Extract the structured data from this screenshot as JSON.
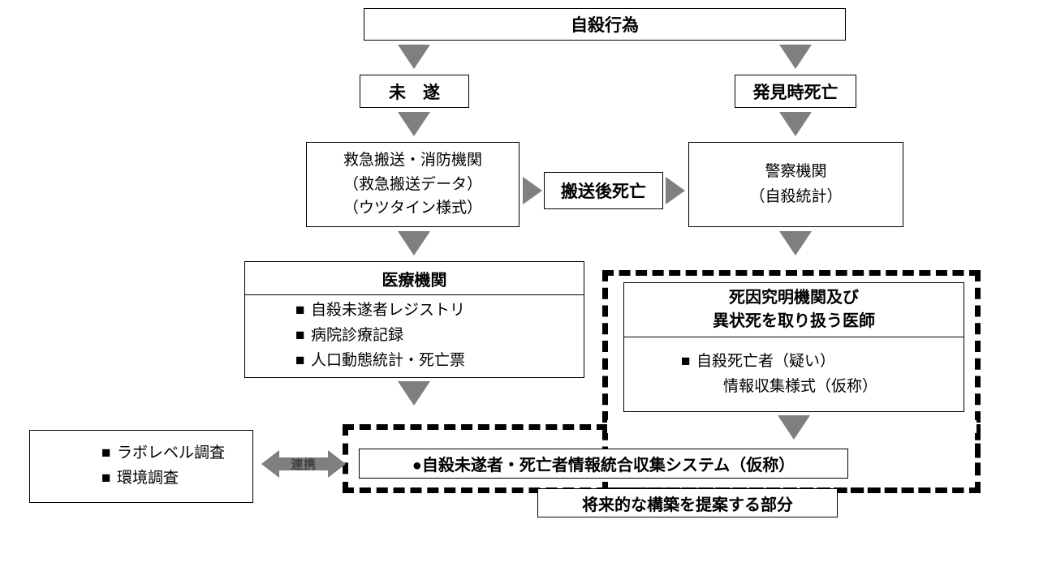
{
  "diagram": {
    "title_node": {
      "label": "自殺行為"
    },
    "branch_attempt": {
      "label": "未　遂"
    },
    "branch_found_dead": {
      "label": "発見時死亡"
    },
    "ems_node": {
      "line1": "救急搬送・消防機関",
      "line2": "（救急搬送データ）",
      "line3": "（ウツタイン様式）"
    },
    "post_transport_death": {
      "label": "搬送後死亡"
    },
    "police_node": {
      "line1": "警察機関",
      "line2": "（自殺統計）"
    },
    "medical_node": {
      "title": "医療機関",
      "bullets": [
        "自殺未遂者レジストリ",
        "病院診療記録",
        "人口動態統計・死亡票"
      ]
    },
    "death_cause_node": {
      "title_line1": "死因究明機関及び",
      "title_line2": "異状死を取り扱う医師",
      "bullet_line1": "自殺死亡者（疑い）",
      "bullet_line2": "情報収集様式（仮称）"
    },
    "survey_node": {
      "bullets": [
        "ラボレベル調査",
        "環境調査"
      ]
    },
    "coordination_arrow": {
      "label": "連携"
    },
    "system_node": {
      "label": "●自殺未遂者・死亡者情報統合収集システム（仮称）"
    },
    "proposal_caption": {
      "label": "将来的な構築を提案する部分"
    },
    "bullet_mark": "■",
    "colors": {
      "arrow_gray": "#7f7f7f",
      "border_black": "#000000",
      "background": "#ffffff",
      "coordination_label": "#404040"
    }
  }
}
